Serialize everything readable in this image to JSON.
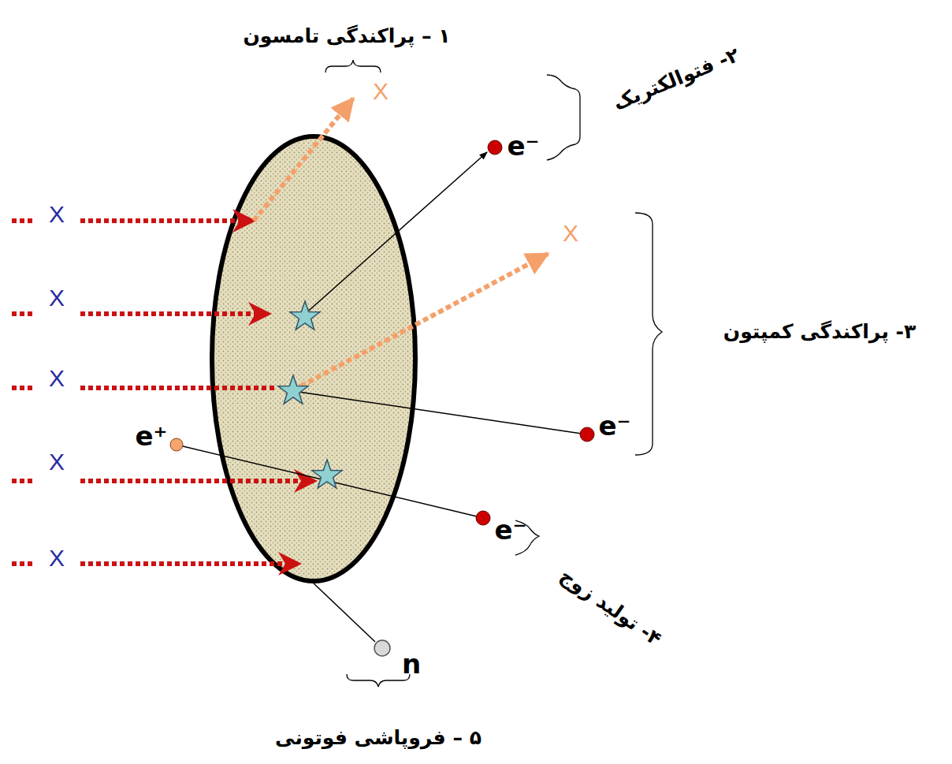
{
  "diagram": {
    "labels": [
      "۱ – پراکندگی تامسون",
      "X",
      "۲- فتوالکتریک",
      "e⁻",
      "X",
      "X",
      "X",
      "۳- پراکندگی کمپتون",
      "X",
      "e⁺",
      "e⁻",
      "X",
      "e⁻",
      "X",
      "۴- تولید زوج",
      "n",
      "۵ – فروپاشی فوتونی"
    ]
  }
}
